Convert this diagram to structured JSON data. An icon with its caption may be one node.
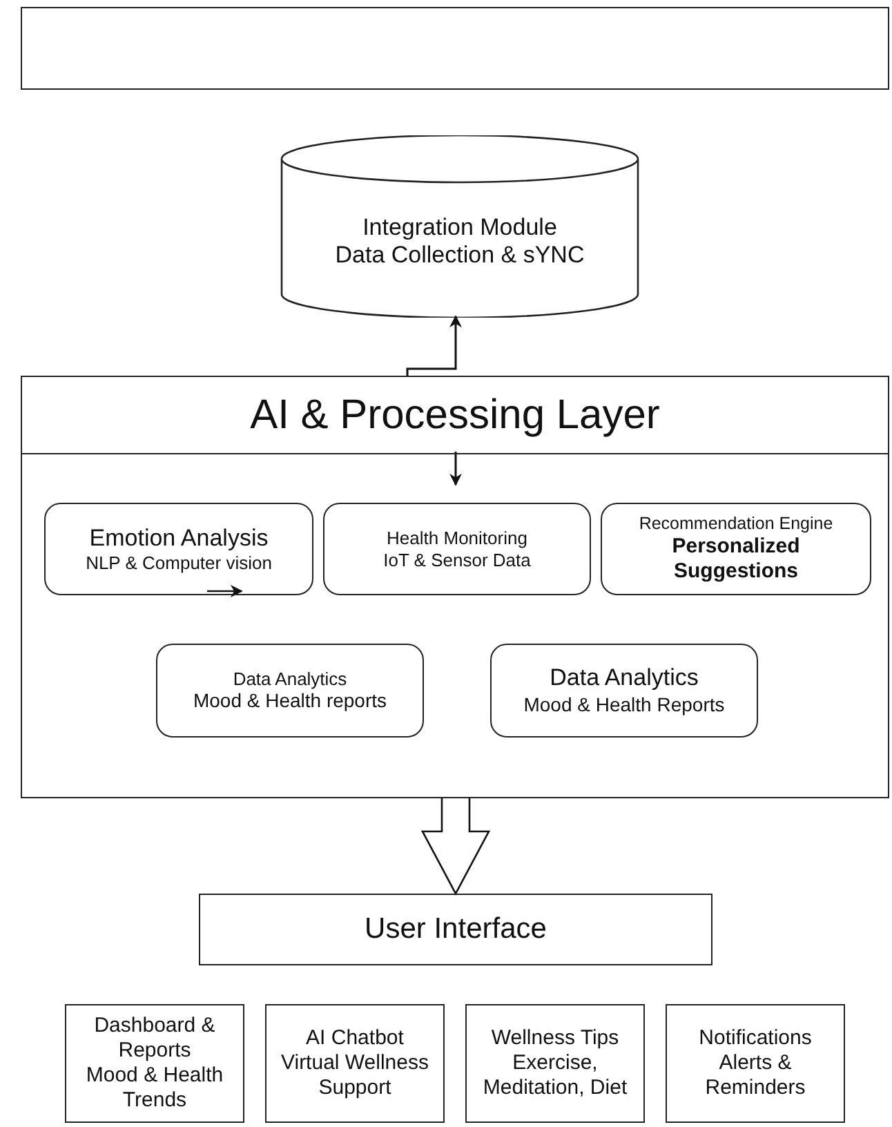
{
  "diagram": {
    "nodes": [
      {
        "text": [],
        "shape": "box"
      },
      {
        "text": [
          "Integration Module",
          "Data Collection & sYNC"
        ]
      },
      {
        "text": [
          "AI & Processing Layer"
        ]
      },
      {
        "text": [
          "Emotion Analysis",
          "NLP & Computer vision"
        ],
        "in": 2
      },
      {
        "text": [
          "Health Monitoring",
          "IoT & Sensor Data"
        ],
        "in": 2
      },
      {
        "text": [
          "Recommendation Engine",
          "Personalized Suggestions"
        ],
        "in": 2
      },
      {
        "text": [
          "Data Analytics",
          "Mood & Health reports"
        ],
        "in": 2
      },
      {
        "text": [
          "Data Analytics",
          "Mood & Health Reports"
        ],
        "in": 2
      },
      {
        "text": [
          "User Interface"
        ]
      },
      {
        "text": [
          "Dashboard & Reports",
          "Mood & Health Trends"
        ]
      },
      {
        "text": [
          "AI Chatbot",
          "Virtual Wellness Support"
        ]
      },
      {
        "text": [
          "Wellness Tips",
          "Exercise, Meditation, Diet"
        ]
      },
      {
        "text": [
          "Notifications",
          "Alerts & Reminders"
        ]
      }
    ],
    "edges": [
      {
        "from": 2,
        "to": 1,
        "arrow": "to"
      },
      {
        "from": null,
        "to": 4,
        "arrow": "to"
      },
      {
        "from": 2,
        "to": 8,
        "arrow": "to",
        "style": "thick"
      }
    ]
  }
}
